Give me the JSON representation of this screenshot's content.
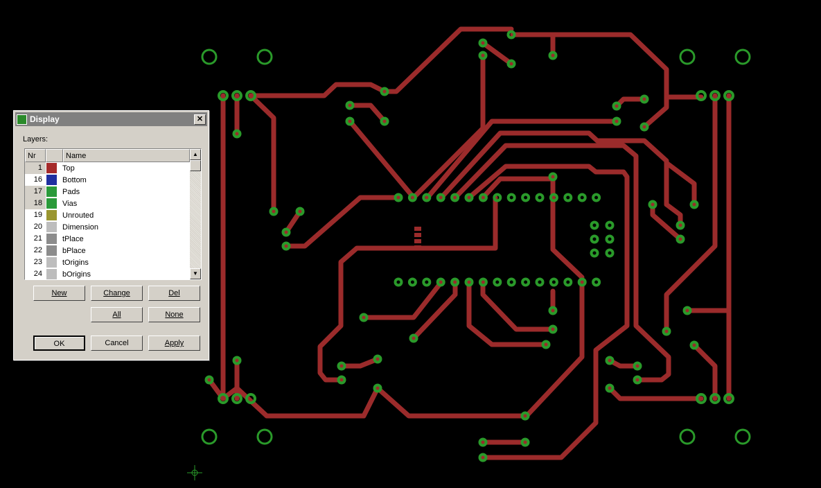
{
  "colors": {
    "trace": "#9b2b2b",
    "pad": "#2a9a2a",
    "background": "#000000"
  },
  "dialog": {
    "title": "Display",
    "close": "✕",
    "layers_label": "Layers:",
    "columns": {
      "nr": "Nr",
      "color": "",
      "name": "Name"
    },
    "layers": [
      {
        "nr": "1",
        "name": "Top",
        "color": "#a52a2a",
        "selected": true
      },
      {
        "nr": "16",
        "name": "Bottom",
        "color": "#1f2fa0",
        "selected": false
      },
      {
        "nr": "17",
        "name": "Pads",
        "color": "#2a9a3a",
        "selected": true
      },
      {
        "nr": "18",
        "name": "Vias",
        "color": "#2a9a3a",
        "selected": true
      },
      {
        "nr": "19",
        "name": "Unrouted",
        "color": "#9a9630",
        "selected": false
      },
      {
        "nr": "20",
        "name": "Dimension",
        "color": "#bdbdbd",
        "selected": false
      },
      {
        "nr": "21",
        "name": "tPlace",
        "color": "#8c8c8c",
        "selected": false
      },
      {
        "nr": "22",
        "name": "bPlace",
        "color": "#8c8c8c",
        "selected": false
      },
      {
        "nr": "23",
        "name": "tOrigins",
        "color": "#bdbdbd",
        "selected": false
      },
      {
        "nr": "24",
        "name": "bOrigins",
        "color": "#bdbdbd",
        "selected": false
      }
    ],
    "buttons": {
      "new": "New",
      "change": "Change",
      "del": "Del",
      "all": "All",
      "none": "None",
      "ok": "OK",
      "cancel": "Cancel",
      "apply": "Apply"
    }
  }
}
